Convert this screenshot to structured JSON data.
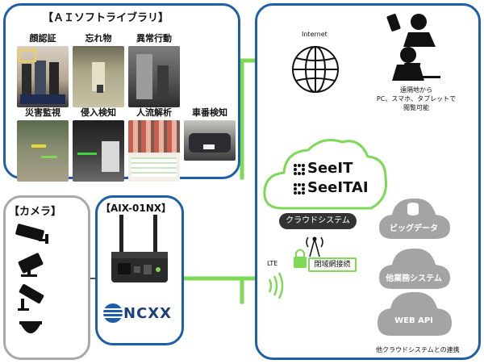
{
  "library": {
    "title": "【ＡＩソフトライブラリ】",
    "items": [
      {
        "label": "顔認証",
        "icon": "face-recognition-photo"
      },
      {
        "label": "忘れ物",
        "icon": "left-object-photo"
      },
      {
        "label": "異常行動",
        "icon": "abnormal-behavior-photo"
      },
      {
        "label": "災害監視",
        "icon": "disaster-monitor-photo"
      },
      {
        "label": "侵入検知",
        "icon": "intrusion-detect-photo"
      },
      {
        "label": "人流解析",
        "icon": "people-flow-photo"
      },
      {
        "label": "車番検知",
        "icon": "license-plate-photo"
      }
    ]
  },
  "camera": {
    "title": "【カメラ】"
  },
  "device": {
    "title": "【AIX-01NX】",
    "brand": "NCXX"
  },
  "cloud": {
    "internet_label": "Internet",
    "remote_text": [
      "遠隔地から",
      "PC、スマホ、タブレットで",
      "閲覧可能"
    ],
    "seeit": "SeeIT",
    "seeitai": "SeeITAI",
    "system_label": "クラウドシステム",
    "lte_label": "LTE",
    "closed_network": "閉域網接続",
    "services": [
      "ビッグデータ",
      "他業務システム",
      "WEB API"
    ],
    "footer": "他クラウドシステムとの連携"
  },
  "colors": {
    "panel_blue": "#1f5fa8",
    "connector_green": "#7ed957",
    "service_gray": "#a4a4a4",
    "dark_badge": "#333333"
  }
}
